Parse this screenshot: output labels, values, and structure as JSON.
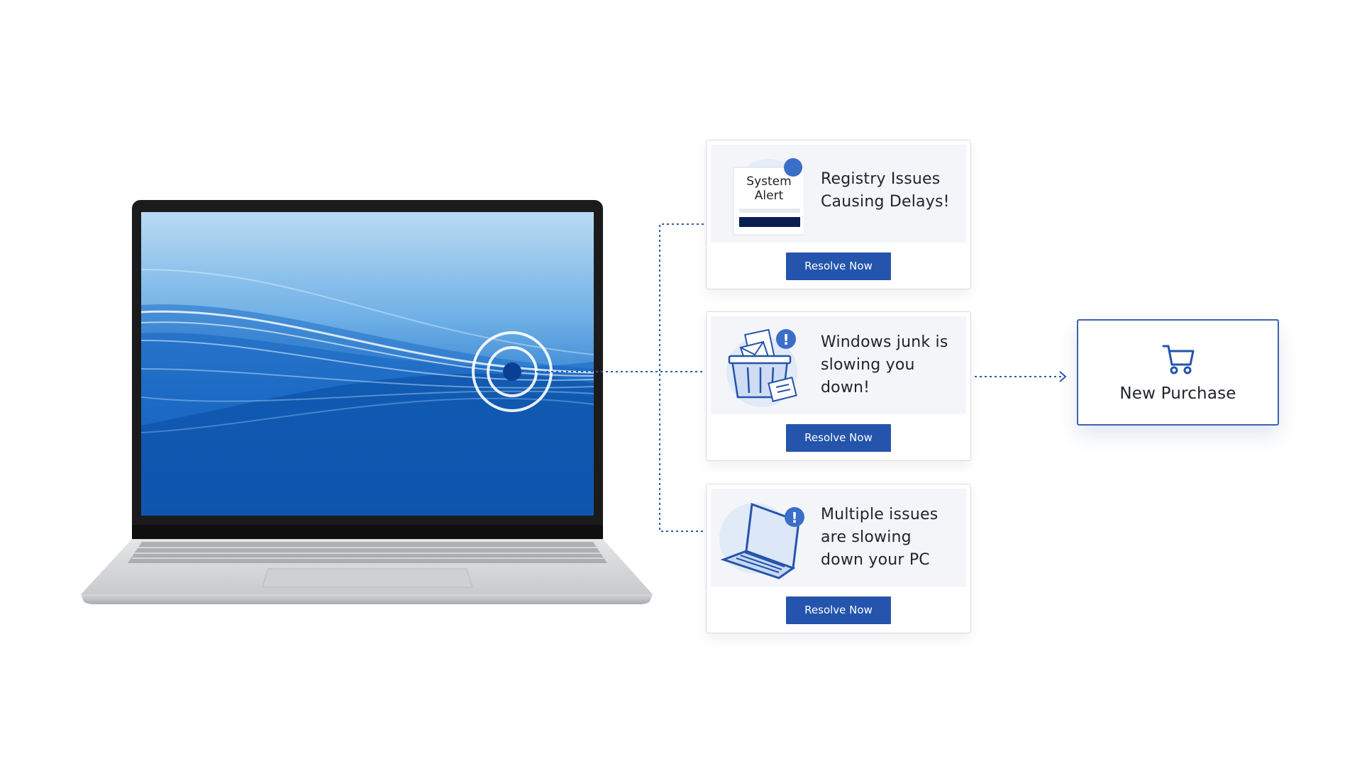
{
  "alerts": [
    {
      "icon_badge": "System Alert",
      "message_lines": [
        "Registry Issues",
        "Causing Delays!"
      ],
      "button_label": "Resolve Now"
    },
    {
      "message_lines": [
        "Windows junk is",
        "slowing you",
        "down!"
      ],
      "button_label": "Resolve Now"
    },
    {
      "message_lines": [
        "Multiple issues",
        "are slowing",
        "down your PC"
      ],
      "button_label": "Resolve Now"
    }
  ],
  "purchase": {
    "label": "New Purchase",
    "icon": "shopping-cart-icon"
  },
  "icons": {
    "target": "target-rings-icon",
    "alert_card": "system-alert-icon",
    "junk": "junk-basket-icon",
    "laptop_warning": "laptop-warning-icon"
  },
  "colors": {
    "accent": "#2454ab",
    "connector": "#2e5aa8",
    "badge": "#3a6ec8",
    "card_bg": "#f3f5f9"
  }
}
